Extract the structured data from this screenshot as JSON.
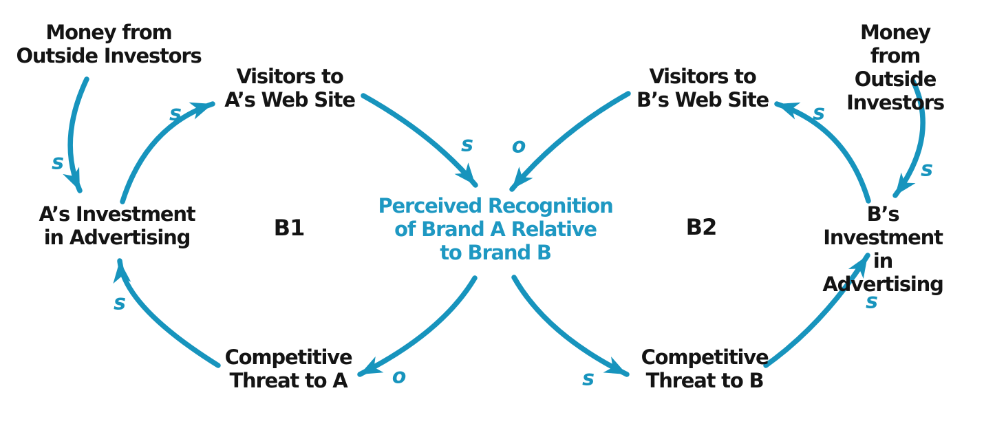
{
  "diagram": {
    "type": "causal-loop-diagram",
    "colors": {
      "arrow_accent": "#1794BD",
      "center_node_text": "#1E98C2",
      "node_text": "#141414",
      "background": "#ffffff"
    },
    "nodes": {
      "money_a": {
        "label": "Money from\nOutside Investors"
      },
      "visitors_a": {
        "label": "Visitors to\nA’s Web Site"
      },
      "investment_a": {
        "label": "A’s Investment\nin Advertising"
      },
      "perceived_recognition": {
        "label": "Perceived Recognition\nof Brand A Relative\nto Brand B"
      },
      "threat_a": {
        "label": "Competitive\nThreat to A"
      },
      "money_b": {
        "label": "Money from\nOutside Investors"
      },
      "visitors_b": {
        "label": "Visitors to\nB’s Web Site"
      },
      "investment_b": {
        "label": "B’s Investment\nin Advertising"
      },
      "threat_b": {
        "label": "Competitive\nThreat to B"
      }
    },
    "loops": {
      "b1": {
        "label": "B1"
      },
      "b2": {
        "label": "B2"
      }
    },
    "links": [
      {
        "from": "money_a",
        "to": "investment_a",
        "polarity": "s"
      },
      {
        "from": "investment_a",
        "to": "visitors_a",
        "polarity": "s"
      },
      {
        "from": "visitors_a",
        "to": "perceived_recognition",
        "polarity": "s"
      },
      {
        "from": "visitors_b",
        "to": "perceived_recognition",
        "polarity": "o"
      },
      {
        "from": "perceived_recognition",
        "to": "threat_a",
        "polarity": "o"
      },
      {
        "from": "perceived_recognition",
        "to": "threat_b",
        "polarity": "s"
      },
      {
        "from": "threat_a",
        "to": "investment_a",
        "polarity": "s"
      },
      {
        "from": "threat_b",
        "to": "investment_b",
        "polarity": "s"
      },
      {
        "from": "money_b",
        "to": "investment_b",
        "polarity": "s"
      },
      {
        "from": "investment_b",
        "to": "visitors_b",
        "polarity": "s"
      }
    ]
  }
}
